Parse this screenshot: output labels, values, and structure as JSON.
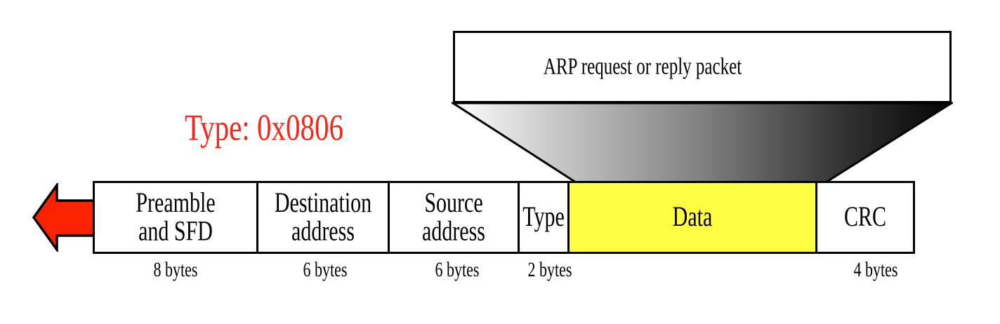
{
  "figure": {
    "funnel_box_label": "ARP request or reply packet",
    "type_annotation": "Type: 0x0806",
    "frame_fields": [
      {
        "line1": "Preamble",
        "line2": "and SFD",
        "size": "8 bytes"
      },
      {
        "line1": "Destination",
        "line2": "address",
        "size": "6 bytes"
      },
      {
        "line1": "Source",
        "line2": "address",
        "size": "6 bytes"
      },
      {
        "line1": "Type",
        "line2": "",
        "size": "2 bytes"
      },
      {
        "line1": "Data",
        "line2": "",
        "size": ""
      },
      {
        "line1": "CRC",
        "line2": "",
        "size": "4 bytes"
      }
    ],
    "colors": {
      "data_field_fill": "#feff42",
      "arrow_fill": "#fb2200",
      "type_annotation_color": "#f5281b",
      "funnel_gradient_start": "#ffffff",
      "funnel_gradient_end": "#000000",
      "outline": "#000000"
    }
  }
}
